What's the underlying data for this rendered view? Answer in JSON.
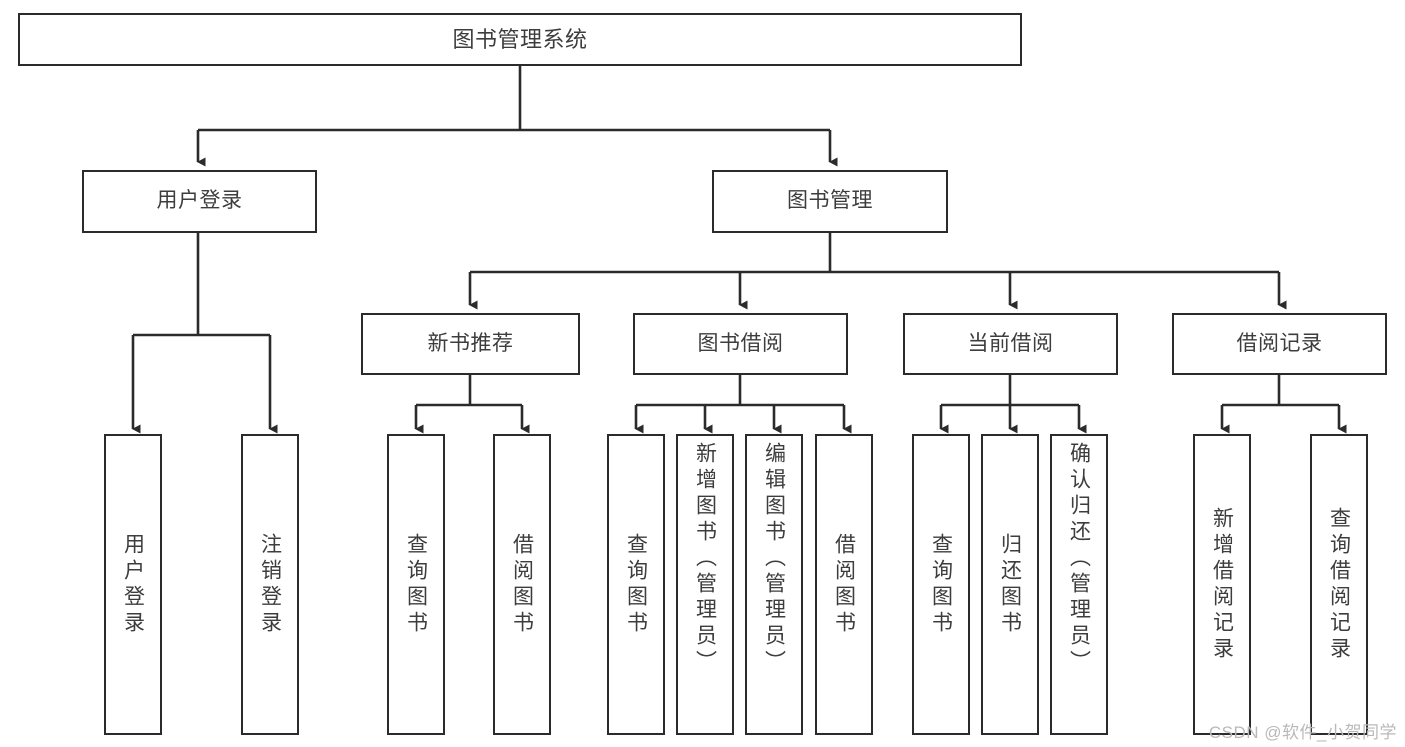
{
  "diagram": {
    "title": "图书管理系统",
    "type": "tree-hierarchy-chart",
    "watermark": "CSDN @软件_小贺同学",
    "colors": {
      "stroke": "#2b2b2b",
      "text": "#3d3d3d",
      "background": "#ffffff",
      "watermark": "#b9b9b9"
    },
    "root": {
      "label": "图书管理系统"
    },
    "level1": [
      {
        "label": "用户登录"
      },
      {
        "label": "图书管理"
      }
    ],
    "level2": [
      {
        "label": "新书推荐"
      },
      {
        "label": "图书借阅"
      },
      {
        "label": "当前借阅"
      },
      {
        "label": "借阅记录"
      }
    ],
    "leaves": {
      "user_login": [
        {
          "label": "用户登录"
        },
        {
          "label": "注销登录"
        }
      ],
      "new_book_recommend": [
        {
          "label": "查询图书"
        },
        {
          "label": "借阅图书"
        }
      ],
      "book_borrow": [
        {
          "label": "查询图书"
        },
        {
          "label": "新增图书（管理员）"
        },
        {
          "label": "编辑图书（管理员）"
        },
        {
          "label": "借阅图书"
        }
      ],
      "current_borrow": [
        {
          "label": "查询图书"
        },
        {
          "label": "归还图书"
        },
        {
          "label": "确认归还（管理员）"
        }
      ],
      "borrow_record": [
        {
          "label": "新增借阅记录"
        },
        {
          "label": "查询借阅记录"
        }
      ]
    }
  }
}
